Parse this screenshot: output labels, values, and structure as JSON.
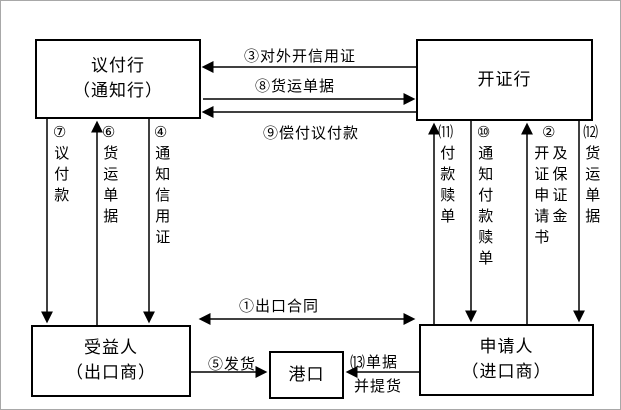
{
  "nodes": {
    "negotiating_bank": {
      "line1": "议付行",
      "line2": "（通知行）"
    },
    "issuing_bank": {
      "label": "开证行"
    },
    "beneficiary": {
      "line1": "受益人",
      "line2": "（出口商）"
    },
    "port": {
      "label": "港口"
    },
    "applicant": {
      "line1": "申请人",
      "line2": "（进口商）"
    }
  },
  "edges": {
    "e1": {
      "label": "①出口合同"
    },
    "e2": {
      "num": "②",
      "col1": "开证申请书",
      "col2": "及保证金"
    },
    "e3": {
      "label": "③对外开信用证"
    },
    "e4": {
      "num": "④",
      "text": "通知信用证"
    },
    "e5": {
      "label": "⑤发货"
    },
    "e6": {
      "num": "⑥",
      "text": "货运单据"
    },
    "e7": {
      "num": "⑦",
      "text": "议付款"
    },
    "e8": {
      "label": "⑧货运单据"
    },
    "e9": {
      "label": "⑨偿付议付款"
    },
    "e10": {
      "num": "⑩",
      "text": "通知付款赎单"
    },
    "e11": {
      "num": "⑾",
      "text": "付款赎单"
    },
    "e12": {
      "num": "⑿",
      "text": "货运单据"
    },
    "e13": {
      "line1": "⒀单据",
      "line2": "并提货"
    }
  },
  "colors": {
    "line": "#000000",
    "background": "#ffffff"
  }
}
